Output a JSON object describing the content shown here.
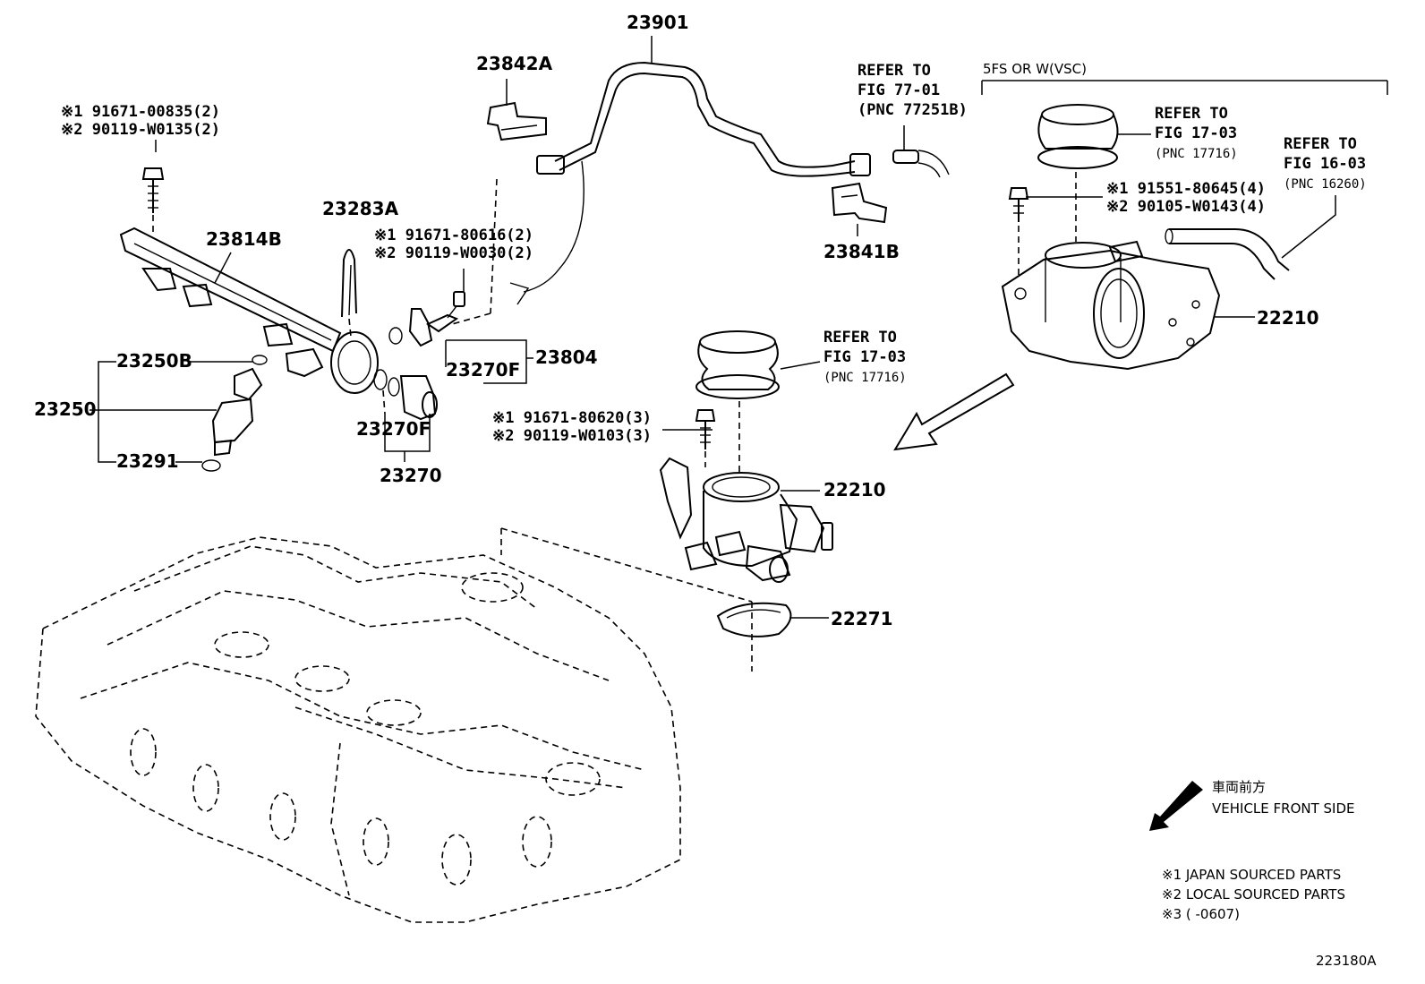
{
  "labels": {
    "p23901": "23901",
    "p23842A": "23842A",
    "p23841B": "23841B",
    "p23814B": "23814B",
    "p23283A": "23283A",
    "p23250B": "23250B",
    "p23250": "23250",
    "p23291": "23291",
    "p23270F_a": "23270F",
    "p23270F_b": "23270F",
    "p23270": "23270",
    "p23804": "23804",
    "p22210_a": "22210",
    "p22210_b": "22210",
    "p22271": "22271",
    "bolt1_a": "※1 91671-00835(2)",
    "bolt1_b": "※2 90119-W0135(2)",
    "bolt2_a": "※1 91671-80616(2)",
    "bolt2_b": "※2 90119-W0030(2)",
    "bolt3_a": "※1 91671-80620(3)",
    "bolt3_b": "※2 90119-W0103(3)",
    "bolt4_a": "※1 91551-80645(4)",
    "bolt4_b": "※2 90105-W0143(4)",
    "ref77_a": "REFER TO",
    "ref77_b": "FIG 77-01",
    "ref77_c": "(PNC 77251B)",
    "ref17a_a": "REFER TO",
    "ref17a_b": "FIG 17-03",
    "ref17a_c": "(PNC 17716)",
    "ref16_a": "REFER TO",
    "ref16_b": "FIG 16-03",
    "ref16_c": "(PNC 16260)",
    "ref17b_a": "REFER TO",
    "ref17b_b": "FIG 17-03",
    "ref17b_c": "(PNC 17716)",
    "variant": "5FS OR W(VSC)",
    "front_jp": "車両前方",
    "front_en": "VEHICLE FRONT SIDE",
    "legend1": "※1  JAPAN  SOURCED  PARTS",
    "legend2": "※2  LOCAL  SOURCED  PARTS",
    "legend3": "※3  (      -0607)",
    "figure_code": "223180A"
  }
}
